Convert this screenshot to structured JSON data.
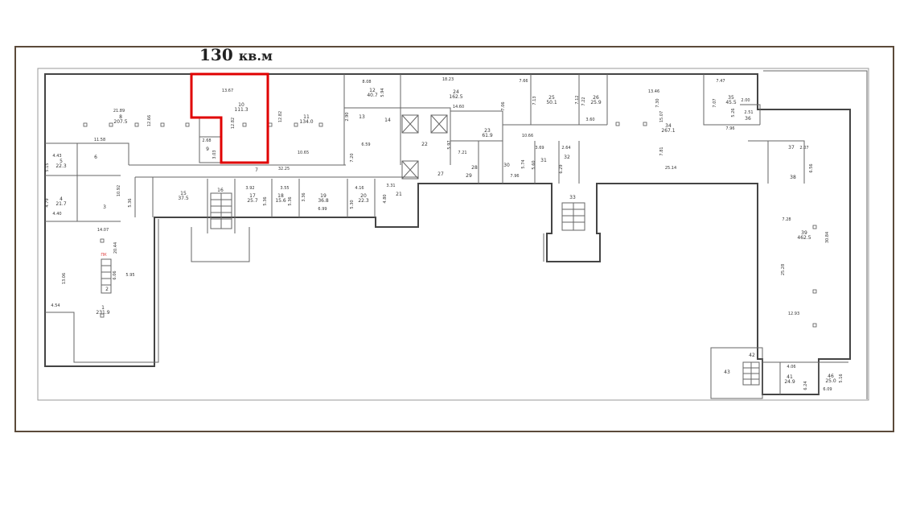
{
  "title": {
    "value": "130",
    "unit": "кв.м"
  },
  "highlight_color": "#e00000",
  "frame_color": "#5b4a3a",
  "rooms": [
    {
      "number": "1",
      "area": "231.9"
    },
    {
      "number": "2",
      "area": null
    },
    {
      "number": "3",
      "area": null
    },
    {
      "number": "4",
      "area": "21.7"
    },
    {
      "number": "5",
      "area": "22.3"
    },
    {
      "number": "6",
      "area": null
    },
    {
      "number": "7",
      "area": null
    },
    {
      "number": "8",
      "area": "207.5"
    },
    {
      "number": "9",
      "area": null
    },
    {
      "number": "10",
      "area": "111.3"
    },
    {
      "number": "11",
      "area": "134.0"
    },
    {
      "number": "12",
      "area": "40.7"
    },
    {
      "number": "13",
      "area": null
    },
    {
      "number": "14",
      "area": null
    },
    {
      "number": "15",
      "area": "37.5"
    },
    {
      "number": "16",
      "area": null
    },
    {
      "number": "17",
      "area": "25.7"
    },
    {
      "number": "18",
      "area": "15.6"
    },
    {
      "number": "19",
      "area": "36.8"
    },
    {
      "number": "20",
      "area": "22.3"
    },
    {
      "number": "21",
      "area": null
    },
    {
      "number": "22",
      "area": null
    },
    {
      "number": "23",
      "area": "61.9"
    },
    {
      "number": "24",
      "area": "162.5"
    },
    {
      "number": "25",
      "area": "50.1"
    },
    {
      "number": "26",
      "area": "25.9"
    },
    {
      "number": "27",
      "area": null
    },
    {
      "number": "28",
      "area": null
    },
    {
      "number": "29",
      "area": null
    },
    {
      "number": "30",
      "area": null
    },
    {
      "number": "31",
      "area": null
    },
    {
      "number": "32",
      "area": null
    },
    {
      "number": "33",
      "area": null
    },
    {
      "number": "34",
      "area": "267.1"
    },
    {
      "number": "35",
      "area": "45.5"
    },
    {
      "number": "36",
      "area": null
    },
    {
      "number": "37",
      "area": null
    },
    {
      "number": "38",
      "area": null
    },
    {
      "number": "39",
      "area": "462.5"
    },
    {
      "number": "41",
      "area": "24.9"
    },
    {
      "number": "42",
      "area": null
    },
    {
      "number": "43",
      "area": null
    },
    {
      "number": "46",
      "area": "25.0"
    }
  ],
  "dims": [
    "21.89",
    "12.66",
    "13.67",
    "12.82",
    "12.82",
    "10.65",
    "2.68",
    "3.03",
    "11.58",
    "4.43",
    "5.15",
    "32.25",
    "8.08",
    "5.94",
    "2.90",
    "6.59",
    "7.20",
    "3.92",
    "5.36",
    "3.55",
    "5.36",
    "3.36",
    "6.99",
    "4.16",
    "5.30",
    "3.31",
    "4.80",
    "4.79",
    "4.40",
    "10.92",
    "5.36",
    "14.07",
    "20.44",
    "6.06",
    "5.95",
    "13.06",
    "4.54",
    "18.23",
    "14.60",
    "7.06",
    "7.66",
    "7.13",
    "7.12",
    "3.60",
    "7.22",
    "13.46",
    "15.07",
    "7.30",
    "7.47",
    "7.07",
    "2.00",
    "5.26",
    "2.51",
    "7.96",
    "5.97",
    "7.21",
    "10.66",
    "3.69",
    "5.60",
    "2.64",
    "6.29",
    "5.74",
    "7.96",
    "7.81",
    "25.14",
    "2.07",
    "6.56",
    "7.28",
    "30.84",
    "25.28",
    "12.93",
    "4.06",
    "6.24",
    "5.16",
    "6.09"
  ],
  "marker": "ПК"
}
